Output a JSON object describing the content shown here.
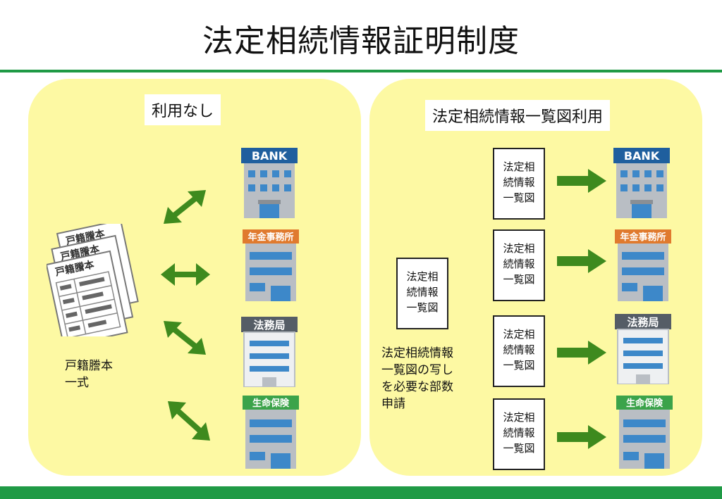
{
  "title": "法定相続情報証明制度",
  "colors": {
    "green": "#1f9a45",
    "panel": "#fdf9a3",
    "arrow": "#3e8a1e"
  },
  "left_panel": {
    "heading": "利用なし",
    "documents_caption": [
      "戸籍謄本",
      "一式"
    ],
    "koseki_label": "戸籍謄本"
  },
  "right_panel": {
    "heading": "法定相続情報一覧図利用",
    "doc_lines": [
      "法定相",
      "続情報",
      "一覧図"
    ],
    "request_caption": [
      "法定相続情報",
      "一覧図の写し",
      "を必要な部数",
      "申請"
    ]
  },
  "buildings": [
    {
      "name": "bank",
      "sign": "BANK",
      "sign_color": "#1f5f9e"
    },
    {
      "name": "pension-office",
      "sign": "年金事務所",
      "sign_color": "#e07a2e"
    },
    {
      "name": "legal-affairs-bureau",
      "sign": "法務局",
      "sign_color": "#555d66"
    },
    {
      "name": "life-insurance",
      "sign": "生命保険",
      "sign_color": "#3ba34a"
    }
  ]
}
